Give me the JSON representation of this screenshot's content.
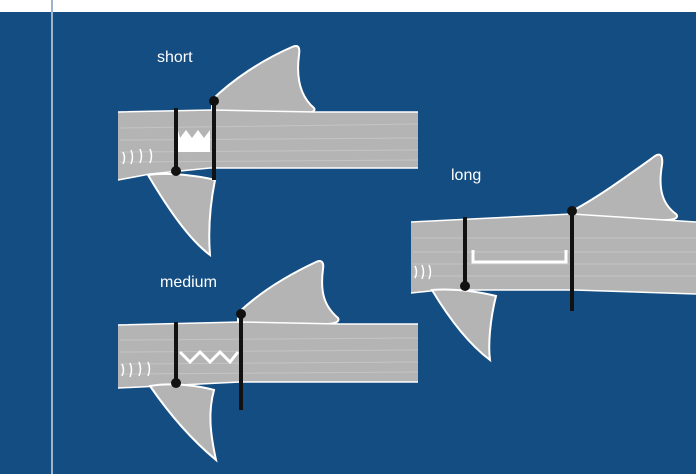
{
  "labels": {
    "short": "short",
    "medium": "medium",
    "long": "long"
  },
  "colors": {
    "background": "#144d82",
    "shark_body": "#b4b4b4",
    "outline": "#ffffff",
    "bar": "#111111",
    "top_bar": "#ffffff",
    "divider": "#9fb4cc"
  }
}
